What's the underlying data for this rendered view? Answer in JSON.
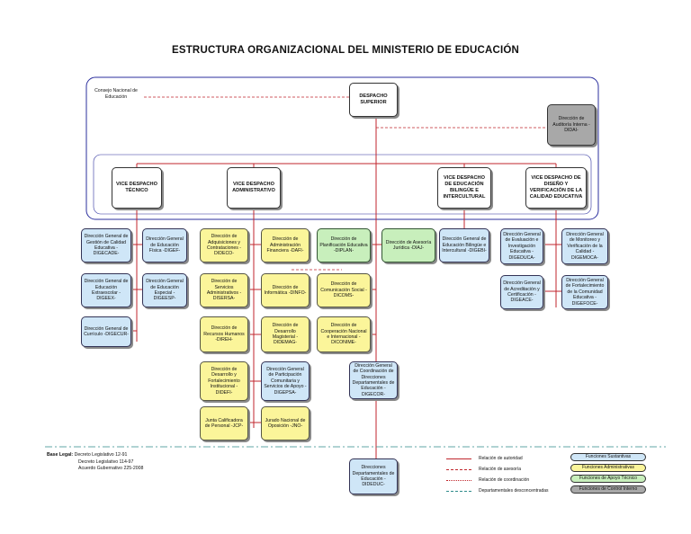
{
  "title": "ESTRUCTURA ORGANIZACIONAL DEL MINISTERIO DE EDUCACIÓN",
  "top": {
    "consejo": "Consejo Nacional de Educación",
    "despacho": "DESPACHO SUPERIOR",
    "auditoria": "Dirección de Auditoría Interna -DIDAI-"
  },
  "vices": {
    "tecnico": "VICE DESPACHO TÉCNICO",
    "administrativo": "VICE DESPACHO ADMINISTRATIVO",
    "bilingue": "VICE DESPACHO DE EDUCACIÓN BILINGÜE E INTERCULTURAL",
    "diseno": "VICE DESPACHO DE DISEÑO Y VERIFICACIÓN DE LA CALIDAD EDUCATIVA"
  },
  "units": {
    "digecade": "Dirección General de Gestión de Calidad Educativa -DIGECADE-",
    "digef": "Dirección General de Educación Física -DIGEF-",
    "digeex": "Dirección General de Educación Extraescolar -DIGEEX-",
    "digeesp": "Dirección General de Educación Especial -DIGEESP-",
    "digecur": "Dirección General de Currículo -DIGECUR-",
    "dideco": "Dirección de Adquisiciones y Contrataciones -DIDECO-",
    "dafi": "Dirección de Administración Financiera -DAFI-",
    "diplan": "Dirección de Planificación Educativa -DIPLAN-",
    "diaj": "Dirección de Asesoría Jurídica -DIAJ-",
    "digebi": "Dirección General de Educación Bilingüe e Intercultural -DIGEBI-",
    "digeduca": "Dirección General de Evaluación e Investigación Educativa -DIGEDUCA-",
    "digemoca": "Dirección General de Monitoreo y Verificación de la Calidad -DIGEMOCA-",
    "disersa": "Dirección de Servicios Administrativos -DISERSA-",
    "dinfo": "Dirección de Informática -DINFO-",
    "dicoms": "Dirección de Comunicación Social -DICOMS-",
    "digeace": "Dirección General de Acreditación y Certificación -DIGEACE-",
    "digefoce": "Dirección General de Fortalecimiento de la Comunidad Educativa -DIGEFOCE-",
    "direh": "Dirección de Recursos Humanos -DIREH-",
    "digemag": "Dirección de Desarrollo Magisterial -DIDEMAG-",
    "diconime": "Dirección de Cooperación Nacional e Internacional -DICONIME-",
    "didefi": "Dirección de Desarrollo y Fortalecimiento Institucional -DIDEFI-",
    "digepsa": "Dirección General de Participación Comunitaria y Servicios de Apoyo -DIGEPSA-",
    "digecor": "Dirección General de Coordinación de Direcciones Departamentales de Educación -DIGECOR-",
    "jcp": "Junta Calificadora de Personal -JCP-",
    "jno": "Jurado Nacional de Oposición -JNO-",
    "dideduc": "Direcciones Departamentales de Educación -DIDEDUC-"
  },
  "legal": {
    "label": "Base Legal:",
    "lines": [
      "Decreto Legislativo 12-91",
      "Decreto Legislativo 114-97",
      "Acuerdo Gubernativo 225-2008"
    ]
  },
  "legend": {
    "lines": [
      "Relación de autoridad",
      "Relación de asesoría",
      "Relación de coordinación",
      "Departamentales desconcentradas"
    ],
    "pills": [
      "Funciones Sustantivas",
      "Funciones Administrativas",
      "Funciones de Apoyo Técnico",
      "Funciones de Control Interno"
    ],
    "colors": {
      "sustantivas": "#cfe6f7",
      "administrativas": "#fbf59a",
      "apoyo": "#c8efbc",
      "control": "#a8a8a8",
      "authority_line": "#c0262c",
      "frame": "#2b2f9e",
      "dashed_divider": "#2e8b8b"
    }
  }
}
